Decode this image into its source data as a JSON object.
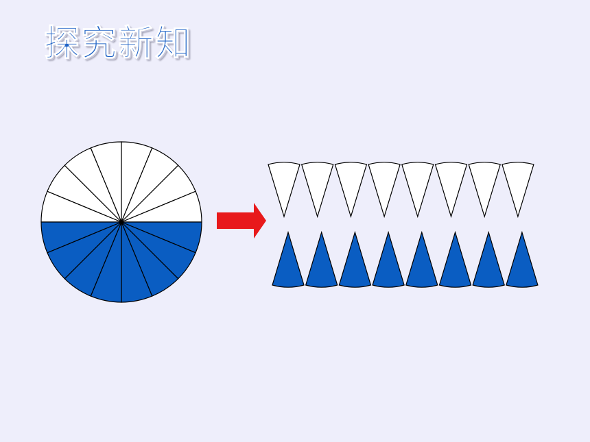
{
  "slide": {
    "title": "探究新知"
  },
  "colors": {
    "background": "#eeeefb",
    "title": "#1f63c6",
    "sector_white": "#ffffff",
    "sector_blue": "#0a5dc2",
    "arrow": "#e8191b",
    "stroke": "#000000"
  },
  "circle": {
    "sector_count": 16,
    "white_sectors": 8,
    "blue_sectors": 8
  },
  "strips": {
    "white_row_count": 8,
    "blue_row_count": 8
  }
}
